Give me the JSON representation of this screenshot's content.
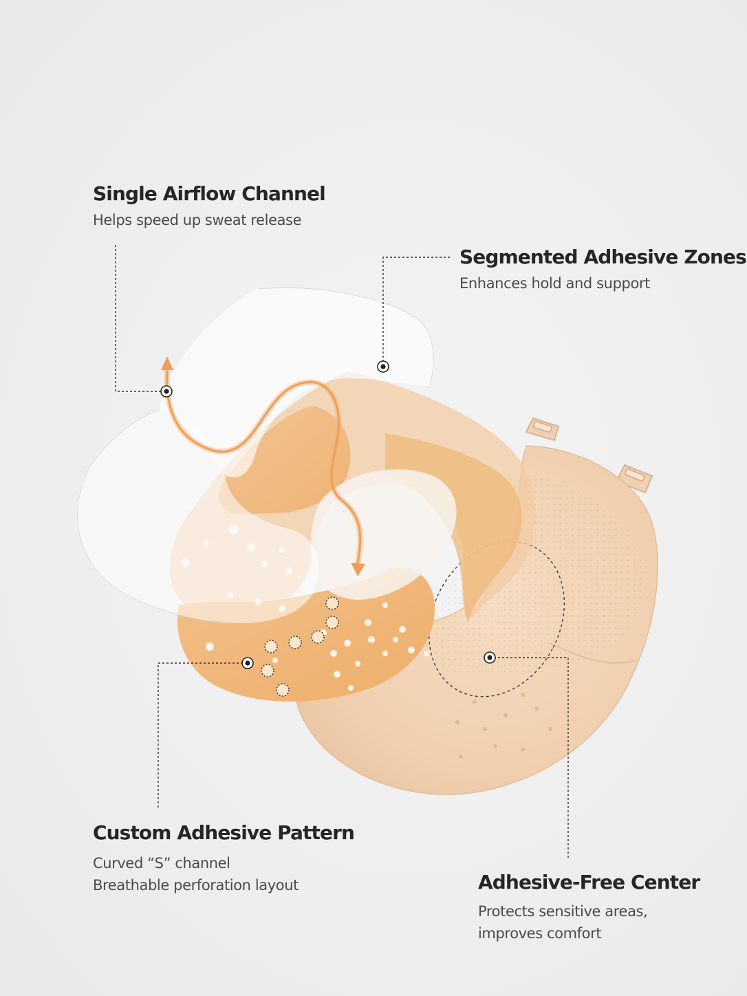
{
  "callouts": {
    "airflow": {
      "title": "Single Airflow Channel",
      "description": "Helps speed up sweat release"
    },
    "segmented": {
      "title": "Segmented Adhesive Zones",
      "description": "Enhances hold and support"
    },
    "custom": {
      "title": "Custom Adhesive Pattern",
      "line1": "Curved “S” channel",
      "line2": "Breathable perforation layout"
    },
    "center": {
      "title": "Adhesive-Free Center",
      "line1": "Protects sensitive areas,",
      "line2": "improves comfort"
    }
  },
  "colors": {
    "background": "#efefef",
    "cup": "#f1d3b6",
    "adhesive_layer": "#f0b676",
    "channel_arrow": "#f0ad6b",
    "liner": "#ffffff",
    "leader_line": "#333333",
    "title_text": "#262626",
    "body_text": "#4a4a4a"
  }
}
